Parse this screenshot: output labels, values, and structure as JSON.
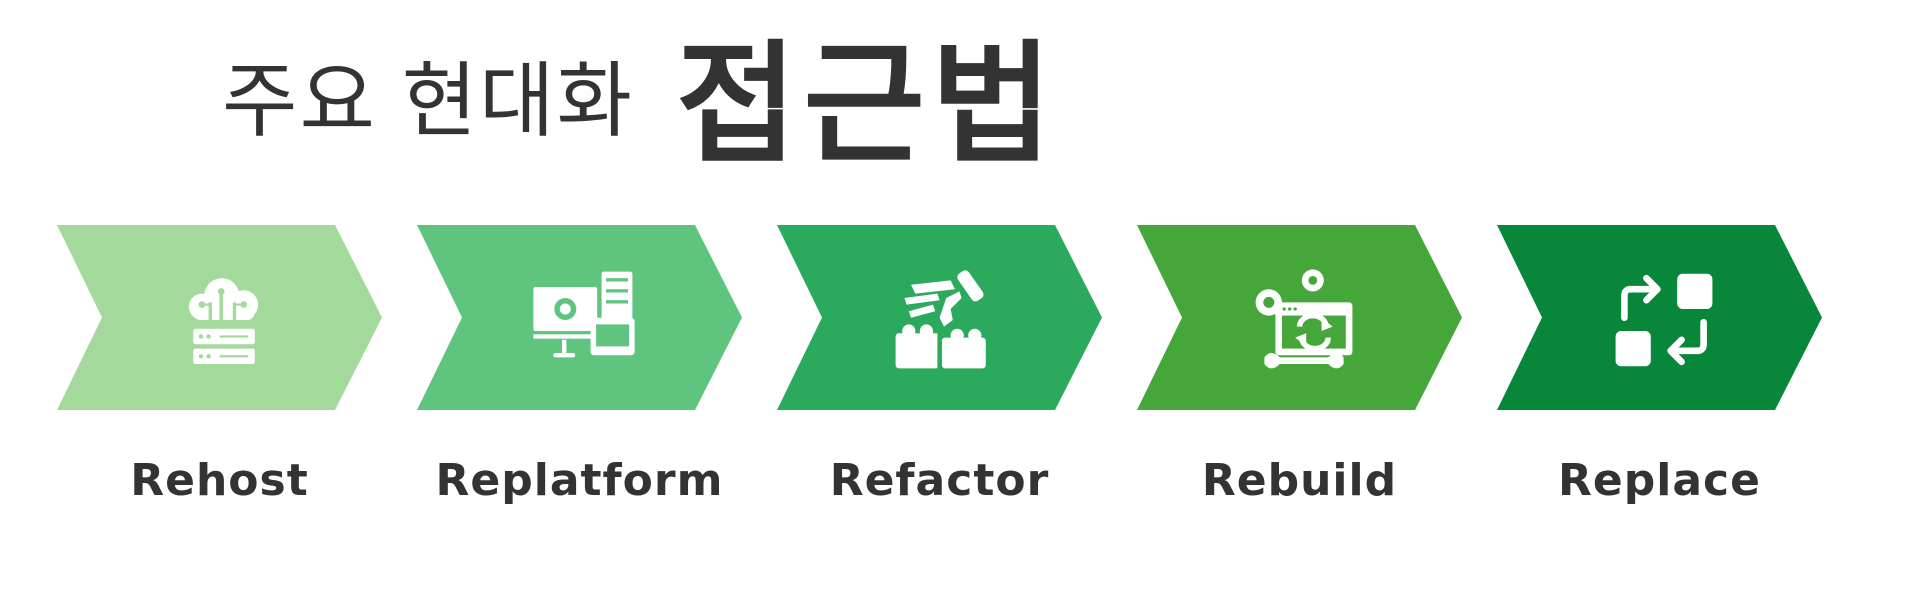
{
  "title": {
    "part1": "주요 현대화",
    "part2": "접근법"
  },
  "colors": {
    "text": "#333333",
    "step1": "#a3d99b",
    "step2": "#5ec47e",
    "step3": "#2baa5e",
    "step4": "#45a63a",
    "step5": "#08873a",
    "icon": "#ffffff"
  },
  "steps": [
    {
      "label": "Rehost",
      "icon": "cloud-server-icon"
    },
    {
      "label": "Replatform",
      "icon": "monitor-gear-devices-icon"
    },
    {
      "label": "Refactor",
      "icon": "wand-puzzle-icon"
    },
    {
      "label": "Rebuild",
      "icon": "gears-browser-refresh-icon"
    },
    {
      "label": "Replace",
      "icon": "swap-blocks-icon"
    }
  ]
}
